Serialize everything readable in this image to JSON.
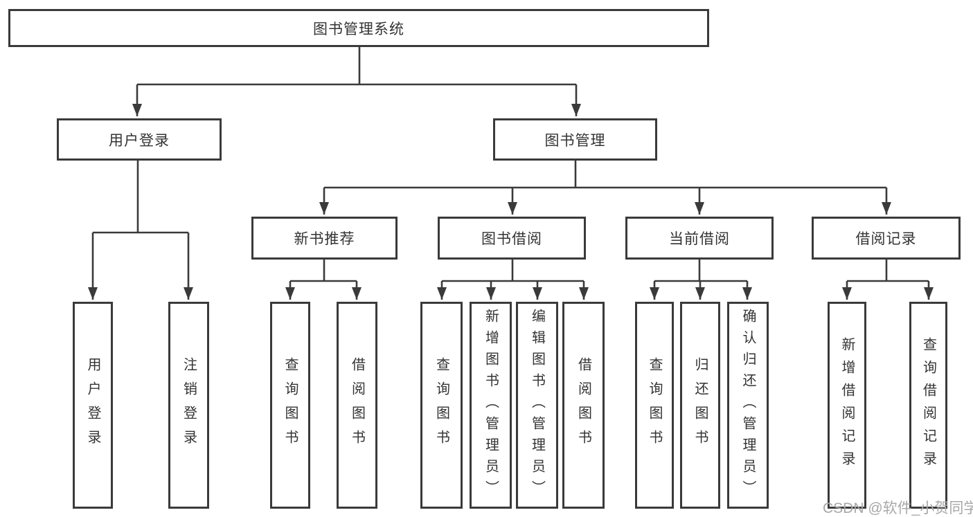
{
  "tree": {
    "root": {
      "label": "图书管理系统"
    },
    "children": [
      {
        "label": "用户登录",
        "children": [
          {
            "label": "用户登录"
          },
          {
            "label": "注销登录"
          }
        ]
      },
      {
        "label": "图书管理",
        "children": [
          {
            "label": "新书推荐",
            "children": [
              {
                "label": "查询图书"
              },
              {
                "label": "借阅图书"
              }
            ]
          },
          {
            "label": "图书借阅",
            "children": [
              {
                "label": "查询图书"
              },
              {
                "label": "新增图书（管理员）"
              },
              {
                "label": "编辑图书（管理员）"
              },
              {
                "label": "借阅图书"
              }
            ]
          },
          {
            "label": "当前借阅",
            "children": [
              {
                "label": "查询图书"
              },
              {
                "label": "归还图书"
              },
              {
                "label": "确认归还（管理员）"
              }
            ]
          },
          {
            "label": "借阅记录",
            "children": [
              {
                "label": "新增借阅记录"
              },
              {
                "label": "查询借阅记录"
              }
            ]
          }
        ]
      }
    ]
  },
  "watermark": {
    "text": "CSDN @软件_小贺同学"
  },
  "colors": {
    "line": "#3a3a3a",
    "box_fill": "#ffffff",
    "text": "#333333",
    "watermark": "#a8a8a8"
  }
}
